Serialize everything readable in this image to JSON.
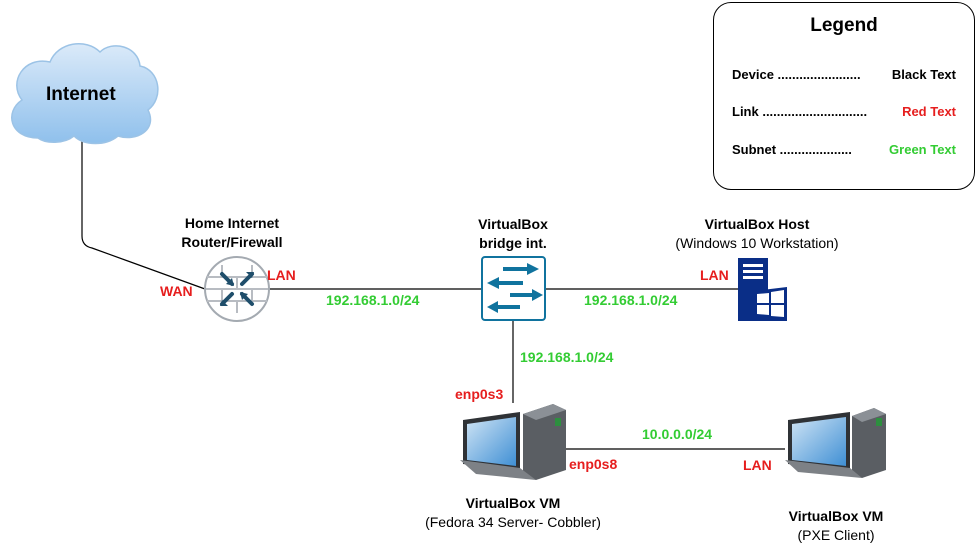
{
  "internet": {
    "label": "Internet"
  },
  "router": {
    "label_line1": "Home Internet",
    "label_line2": "Router/Firewall",
    "wan": "WAN",
    "lan": "LAN"
  },
  "bridge": {
    "label_line1": "VirtualBox",
    "label_line2": "bridge int."
  },
  "host": {
    "label_line1": "VirtualBox Host",
    "label_line2": "(Windows 10 Workstation)",
    "lan": "LAN"
  },
  "subnets": {
    "router_bridge": "192.168.1.0/24",
    "bridge_host": "192.168.1.0/24",
    "bridge_vm": "192.168.1.0/24",
    "vm_vm": "10.0.0.0/24"
  },
  "vm_server": {
    "label_line1": "VirtualBox VM",
    "label_line2": "(Fedora 34 Server- Cobbler)",
    "if1": "enp0s3",
    "if2": "enp0s8"
  },
  "vm_client": {
    "label_line1": "VirtualBox VM",
    "label_line2": "(PXE Client)",
    "lan": "LAN"
  },
  "legend": {
    "title": "Legend",
    "rows": [
      {
        "left": "Device .......................",
        "right": "Black Text",
        "color": "#000000"
      },
      {
        "left": "Link .............................",
        "right": "Red Text",
        "color": "#e61e1e"
      },
      {
        "left": "Subnet ....................",
        "right": "Green Text",
        "color": "#33cc33"
      }
    ]
  },
  "colors": {
    "red": "#e61e1e",
    "green": "#33cc33",
    "device_blue": "#10739e",
    "host_navy": "#0a2e87"
  }
}
